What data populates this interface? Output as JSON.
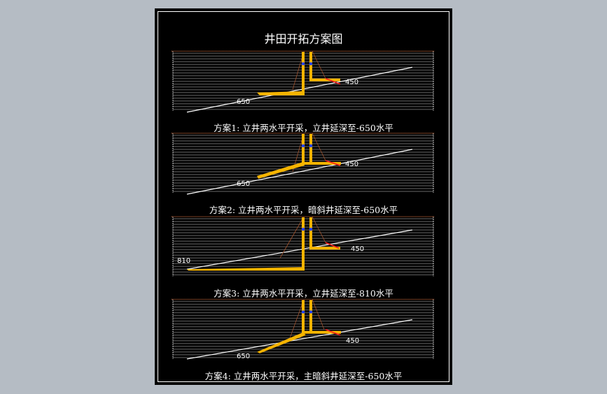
{
  "title": "井田开拓方案图",
  "colors": {
    "background": "#b5bcc4",
    "sheet": "#000000",
    "strata_lines": "#cfcfcf",
    "surface": "#a0522d",
    "shaft": "#f5b400",
    "ore_vein": "#ffffff",
    "marker": "#1f3fff",
    "branch": "#ff1e1e"
  },
  "panels": [
    {
      "caption": "方案1: 立井两水平开采，立井延深至-650水平",
      "upper_level_label": "450",
      "lower_level_label": "650"
    },
    {
      "caption": "方案2: 立井两水平开采，暗斜井延深至-650水平",
      "upper_level_label": "450",
      "lower_level_label": "650"
    },
    {
      "caption": "方案3: 立井两水平开采，立井延深至-810水平",
      "upper_level_label": "450",
      "lower_level_label": "810"
    },
    {
      "caption": "方案4: 立井两水平开采，主暗斜井延深至-650水平",
      "upper_level_label": "450",
      "lower_level_label": "650"
    }
  ]
}
